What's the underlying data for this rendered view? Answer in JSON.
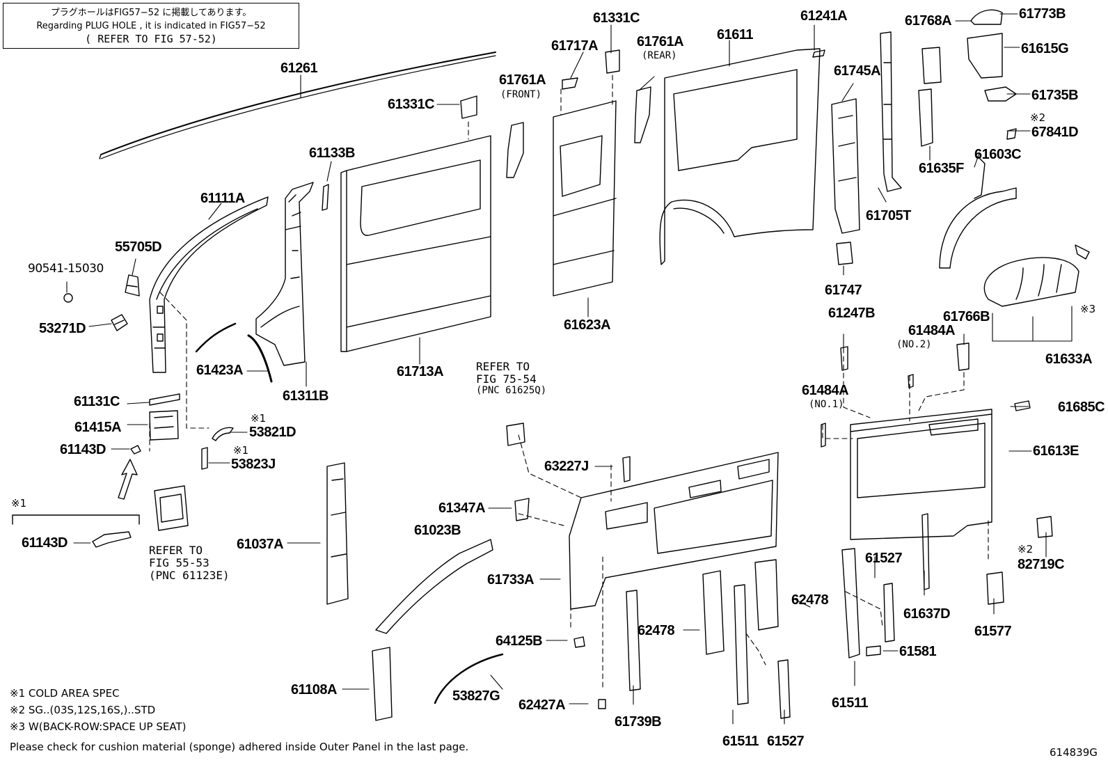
{
  "notice": {
    "line1": "プラグホールはFIG57−52 に掲載してあります。",
    "line2": "Regarding PLUG HOLE , it is indicated in FIG57−52",
    "line3": "( REFER TO FIG 57-52)"
  },
  "labels": {
    "p61261": "61261",
    "p61331C_top": "61331C",
    "p61717A": "61717A",
    "p61761A_rear": "61761A",
    "rear": "(REAR)",
    "p61611": "61611",
    "p61241A": "61241A",
    "p61768A": "61768A",
    "p61773B": "61773B",
    "p61615G": "61615G",
    "p61735B": "61735B",
    "p67841D": "67841D",
    "p61331C_left": "61331C",
    "p61761A_front": "61761A",
    "front": "(FRONT)",
    "p61745A": "61745A",
    "p61133B": "61133B",
    "p61635F": "61635F",
    "p61603C": "61603C",
    "p61705T": "61705T",
    "p61111A": "61111A",
    "p55705D": "55705D",
    "p90541_15030": "90541-15030",
    "p53271D": "53271D",
    "p61747": "61747",
    "p61623A": "61623A",
    "p61247B": "61247B",
    "p61484A_no2": "61484A",
    "no2": "(NO.2)",
    "p61766B": "61766B",
    "p61633A": "61633A",
    "p61423A": "61423A",
    "p61311B": "61311B",
    "p61713A": "61713A",
    "p61131C": "61131C",
    "p61484A_no1": "61484A",
    "no1": "(NO.1)",
    "p61685C": "61685C",
    "p61415A": "61415A",
    "p53821D": "53821D",
    "p61613E": "61613E",
    "p61143D_a": "61143D",
    "p53823J": "53823J",
    "p63227J": "63227J",
    "p61347A": "61347A",
    "p61023B": "61023B",
    "p61143D_b": "61143D",
    "p61037A": "61037A",
    "p82719C": "82719C",
    "p61733A": "61733A",
    "p61527_r": "61527",
    "p62478_r": "62478",
    "p62478_l": "62478",
    "p61637D": "61637D",
    "p61577": "61577",
    "p64125B": "64125B",
    "p61581": "61581",
    "p61108A": "61108A",
    "p53827G": "53827G",
    "p62427A": "62427A",
    "p61739B": "61739B",
    "p61511_r": "61511",
    "p61511_b": "61511",
    "p61527_b": "61527"
  },
  "marks": {
    "m1a": "※1",
    "m1b": "※1",
    "m1c": "※1",
    "m2a": "※2",
    "m2b": "※2",
    "m3": "※3"
  },
  "refs": {
    "fig7554": {
      "l1": "REFER TO",
      "l2": "FIG 75-54",
      "l3": "(PNC 61625Q)"
    },
    "fig5553": {
      "l1": "REFER TO",
      "l2": "FIG 55-53",
      "l3": "(PNC 61123E)"
    }
  },
  "notes": {
    "n1": "※1 COLD AREA SPEC",
    "n2": "※2 SG..(03S,12S,16S,)..STD",
    "n3": "※3 W(BACK-ROW:SPACE UP SEAT)",
    "cushion": "Please check for cushion material (sponge) adhered inside Outer Panel in the last page.",
    "figno": "614839G"
  }
}
